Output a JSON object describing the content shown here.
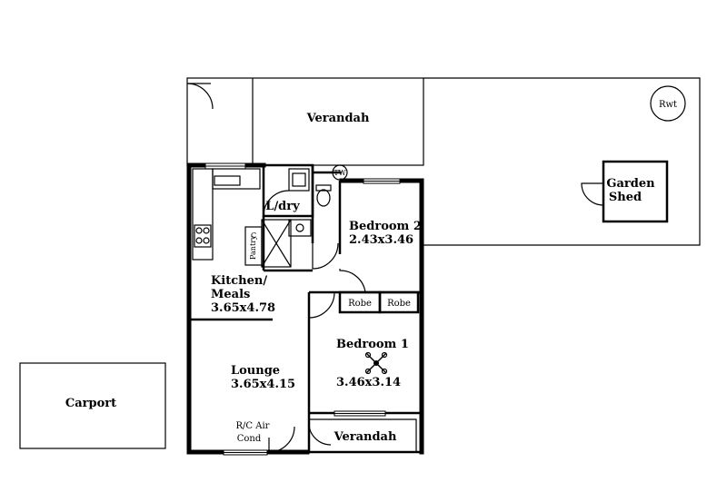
{
  "rooms": {
    "verandah_rear": "Verandah",
    "rwt": "Rwt",
    "garden_shed": [
      "Garden",
      "Shed"
    ],
    "laundry": "L/dry",
    "tw": "TW",
    "bedroom2_name": "Bedroom 2",
    "bedroom2_size": "2.43x3.46",
    "pantry": "Pantry",
    "cupboard": "C",
    "kitchen_name": [
      "Kitchen/",
      "Meals"
    ],
    "kitchen_size": "3.65x4.78",
    "robe": "Robe",
    "bedroom1_name": "Bedroom 1",
    "bedroom1_size": "3.46x3.14",
    "lounge_name": "Lounge",
    "lounge_size": "3.65x4.15",
    "air_cond": [
      "R/C Air",
      "Cond"
    ],
    "verandah_front": "Verandah",
    "carport": "Carport"
  }
}
